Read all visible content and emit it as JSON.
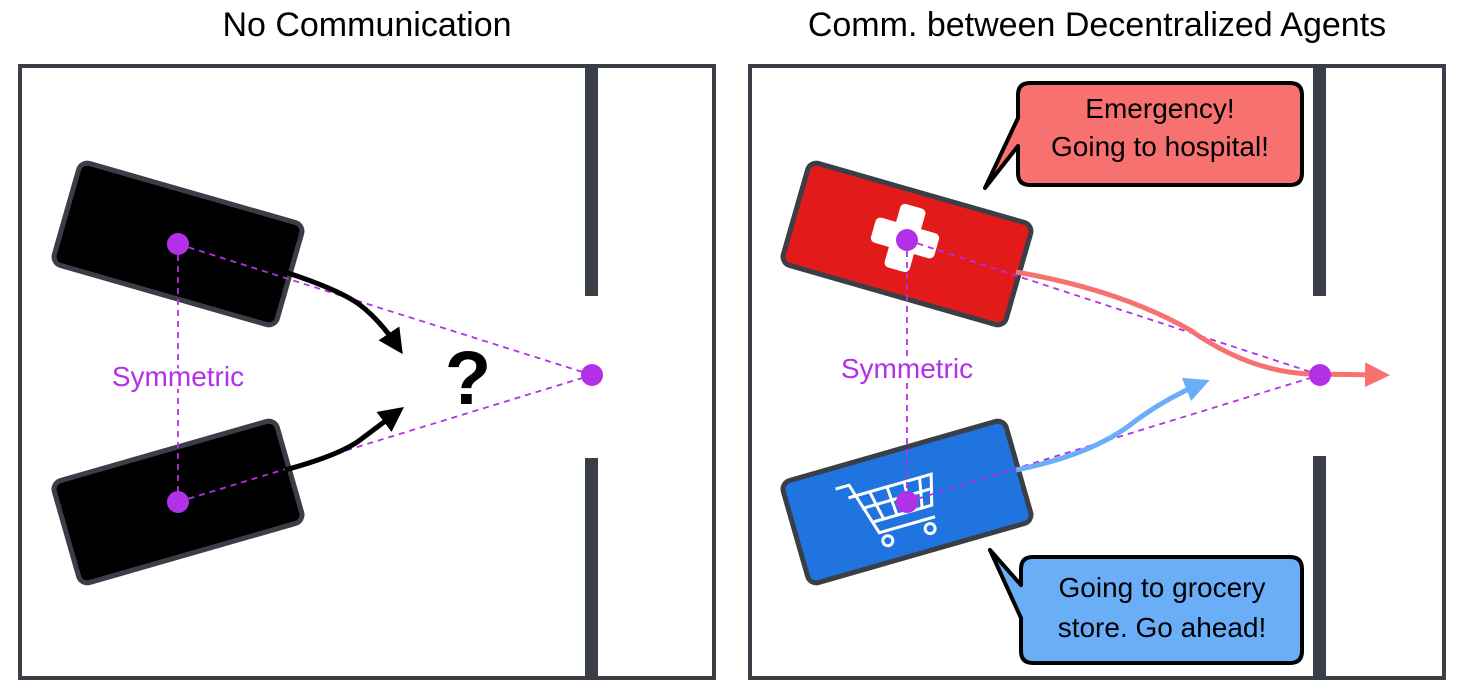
{
  "panels": {
    "left": {
      "title": "No Communication",
      "symmetric_label": "Symmetric",
      "question_mark": "?"
    },
    "right": {
      "title": "Comm. between Decentralized Agents",
      "symmetric_label": "Symmetric",
      "bubble_top": {
        "line1": "Emergency!",
        "line2": "Going to hospital!"
      },
      "bubble_bottom": {
        "line1": "Going to grocery",
        "line2": "store. Go ahead!"
      }
    }
  },
  "colors": {
    "frame": "#3a3f47",
    "vehicle_dark": "#000000",
    "ambulance": "#e31a1a",
    "shopping_car": "#1f74e0",
    "purple": "#b230e8",
    "red_bubble": "#f87171",
    "blue_bubble": "#6aaef7",
    "red_path": "#f87171",
    "blue_path": "#6aaef7"
  },
  "icons": [
    "medical-cross-icon",
    "shopping-cart-icon"
  ]
}
